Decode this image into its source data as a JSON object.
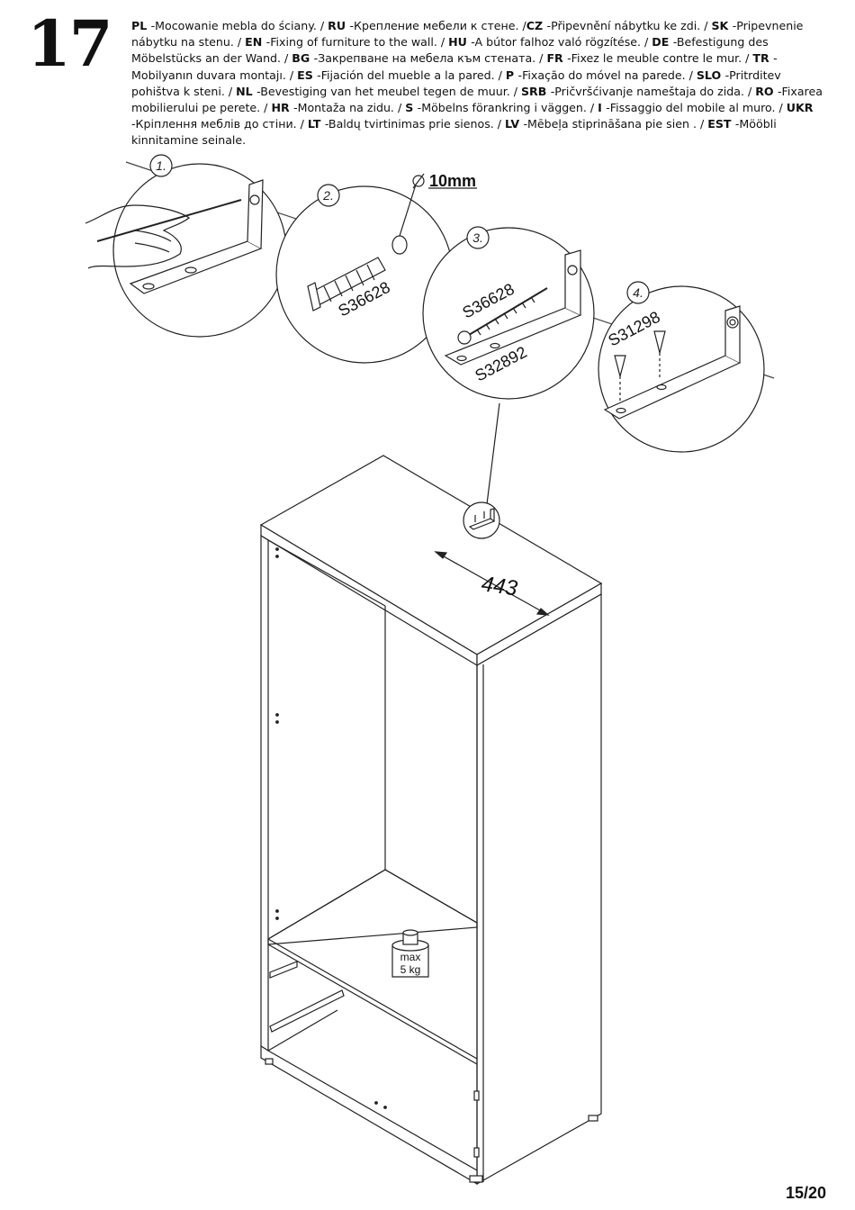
{
  "step": {
    "number": "17"
  },
  "instructions": [
    {
      "code": "PL",
      "text": "-Mocowanie mebla do ściany. / "
    },
    {
      "code": "RU",
      "text": "-Крепление мебели к стене. /"
    },
    {
      "code": "CZ",
      "text": "-Připevnění nábytku ke zdi. / "
    },
    {
      "code": "SK",
      "text": "-Pripevnenie nábytku na stenu. / "
    },
    {
      "code": "EN",
      "text": "-Fixing of furniture to the wall. / "
    },
    {
      "code": "HU",
      "text": "-A bútor falhoz való rögzítése. / "
    },
    {
      "code": "DE",
      "text": "-Befestigung des Möbelstücks an der Wand. / "
    },
    {
      "code": "BG",
      "text": "-Закрепване на мебела към стената. / "
    },
    {
      "code": "FR",
      "text": "-Fixez le meuble contre le mur. / "
    },
    {
      "code": "TR",
      "text": "-Mobilyanın duvara montajı. / "
    },
    {
      "code": "ES",
      "text": "-Fijación del mueble a la pared. / "
    },
    {
      "code": "P",
      "text": "-Fixação do móvel na parede. / "
    },
    {
      "code": "SLO",
      "text": "-Pritrditev pohištva k steni. / "
    },
    {
      "code": "NL",
      "text": "-Bevestiging van het meubel tegen de muur. / "
    },
    {
      "code": "SRB",
      "text": "-Pričvršćivanje nameštaja do zida. / "
    },
    {
      "code": "RO",
      "text": "-Fixarea mobilierului pe perete. / "
    },
    {
      "code": "HR",
      "text": "-Montaža na zidu. / "
    },
    {
      "code": "S",
      "text": "-Möbelns förankring i väggen. / "
    },
    {
      "code": "I",
      "text": "-Fissaggio del mobile al muro. / "
    },
    {
      "code": "UKR",
      "text": "-Кріплення меблів до стіни. / "
    },
    {
      "code": "LT",
      "text": "-Baldų tvirtinimas prie sienos. / "
    },
    {
      "code": "LV",
      "text": "-Mēbeļa stiprināšana pie sien . / "
    },
    {
      "code": "EST",
      "text": "-Mööbli kinnitamine seinale."
    }
  ],
  "substeps": [
    "1.",
    "2.",
    "3.",
    "4."
  ],
  "drill": {
    "size": "10mm"
  },
  "parts": {
    "dowel": "S36628",
    "screw": "S36628",
    "bracket": "S32892",
    "small_screw": "S31298"
  },
  "dimension": "443",
  "weight": {
    "line1": "max",
    "line2": "5 kg"
  },
  "page": "15/20"
}
